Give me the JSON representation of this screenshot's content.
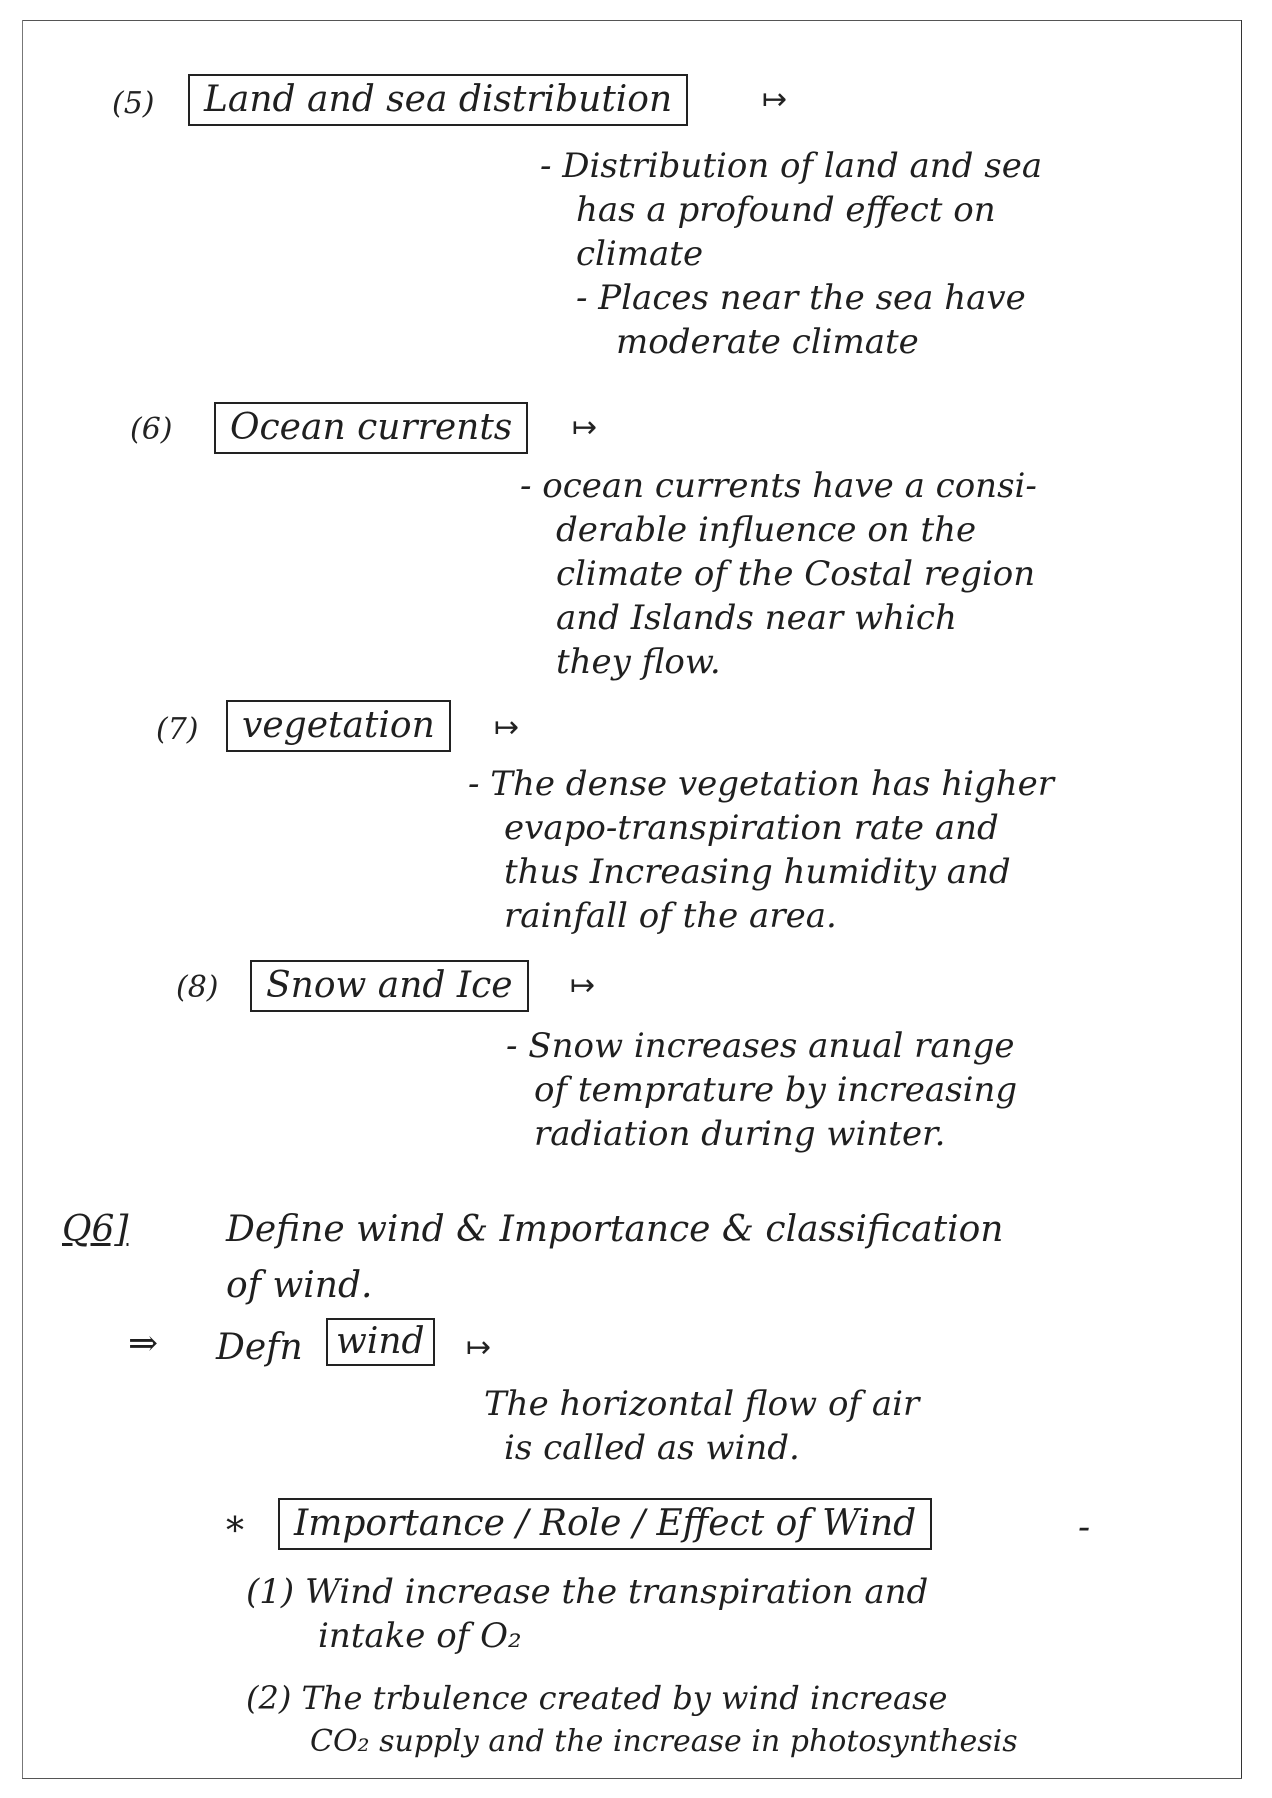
{
  "sec5": {
    "num": "(5)",
    "heading": "Land and sea distribution",
    "lines": [
      "- Distribution of land and sea",
      "has a profound effect on",
      "climate",
      "- Places near the sea have",
      "moderate climate"
    ]
  },
  "sec6": {
    "num": "(6)",
    "heading": "Ocean currents",
    "lines": [
      "- ocean currents have a consi-",
      "derable influence on the",
      "climate of the Costal region",
      "and Islands near which",
      "they flow."
    ]
  },
  "sec7": {
    "num": "(7)",
    "heading": "vegetation",
    "lines": [
      "- The dense vegetation has higher",
      "evapo-transpiration rate and",
      "thus Increasing humidity and",
      "rainfall of the area."
    ]
  },
  "sec8": {
    "num": "(8)",
    "heading": "Snow and Ice",
    "lines": [
      "- Snow increases anual range",
      "of temprature by increasing",
      "radiation during winter."
    ]
  },
  "q6": {
    "label": "Q6]",
    "question_line1": "Define wind & Importance & classification",
    "question_line2": "of wind.",
    "implies": "⇒",
    "def_label": "Defn",
    "def_term": "wind",
    "def_lines": [
      "The horizontal flow of air",
      "is called as wind."
    ],
    "star": "*",
    "importance_heading": "Importance / Role / Effect of Wind",
    "importance_dash": "-",
    "points": [
      {
        "lines": [
          "(1) Wind increase the transpiration and",
          "intake of O₂"
        ]
      },
      {
        "lines": [
          "(2) The trbulence created by wind increase",
          "CO₂ supply and the increase in photosynthesis"
        ]
      }
    ]
  }
}
